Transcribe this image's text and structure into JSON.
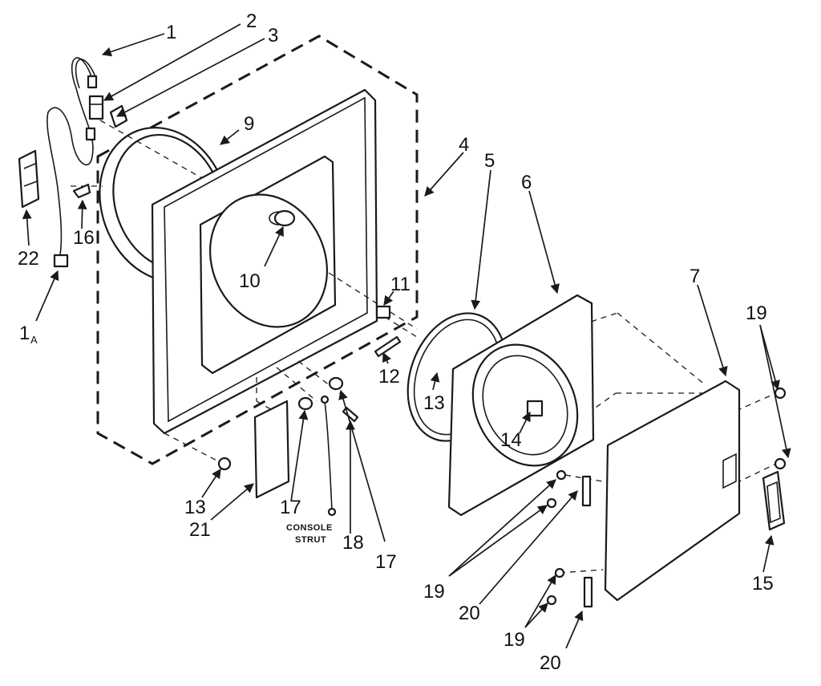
{
  "callouts": {
    "n1": "1",
    "n1a": "1",
    "n1a_sub": "A",
    "n2": "2",
    "n3": "3",
    "n4": "4",
    "n5": "5",
    "n6": "6",
    "n7": "7",
    "n9": "9",
    "n10": "10",
    "n11": "11",
    "n12": "12",
    "n13a": "13",
    "n13b": "13",
    "n14": "14",
    "n15": "15",
    "n16": "16",
    "n17a": "17",
    "n17b": "17",
    "n18": "18",
    "n19a": "19",
    "n19b": "19",
    "n19c": "19",
    "n20a": "20",
    "n20b": "20",
    "n21": "21",
    "n22": "22"
  },
  "labels": {
    "console_strut_line1": "CONSOLE",
    "console_strut_line2": "STRUT"
  }
}
